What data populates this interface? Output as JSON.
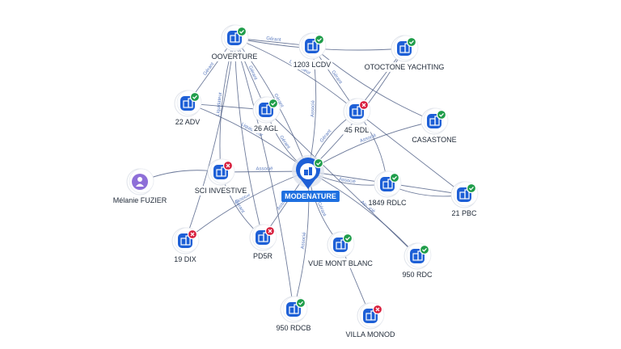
{
  "colors": {
    "node_blue": "#1d5fd6",
    "edge": "#3d4f7a",
    "ok_badge": "#1f9d4a",
    "ko_badge": "#d8203e",
    "person": "#8e6fd8",
    "center_label_bg": "#1d6fe0"
  },
  "graph": {
    "center": {
      "id": "modenature",
      "label": "MODENATURE",
      "icon": "building-icon",
      "status": "ok"
    },
    "nodes": [
      {
        "id": "ooverture",
        "label": "OOVERTURE",
        "icon": "building-icon",
        "status": "ok"
      },
      {
        "id": "lcdv1203",
        "label": "1203 LCDV",
        "icon": "building-icon",
        "status": "ok"
      },
      {
        "id": "otoctone",
        "label": "OTOCTONE YACHTING",
        "icon": "building-icon",
        "status": "ok"
      },
      {
        "id": "adv22",
        "label": "22 ADV",
        "icon": "building-icon",
        "status": "ok"
      },
      {
        "id": "agl26",
        "label": "26 AGL",
        "icon": "building-icon",
        "status": "ok"
      },
      {
        "id": "rdl45",
        "label": "45 RDL",
        "icon": "building-icon",
        "status": "ko"
      },
      {
        "id": "casastone",
        "label": "CASASTONE",
        "icon": "building-icon",
        "status": "ok"
      },
      {
        "id": "melanie",
        "label": "Mélanie FUZIER",
        "icon": "person-icon",
        "status": "none"
      },
      {
        "id": "sciinvestive",
        "label": "SCI INVESTIVE",
        "icon": "building-icon",
        "status": "ko"
      },
      {
        "id": "rdlc1849",
        "label": "1849 RDLC",
        "icon": "building-icon",
        "status": "ok"
      },
      {
        "id": "pbc21",
        "label": "21 PBC",
        "icon": "building-icon",
        "status": "ok"
      },
      {
        "id": "dix19",
        "label": "19 DIX",
        "icon": "building-icon",
        "status": "ko"
      },
      {
        "id": "pd5r",
        "label": "PD5R",
        "icon": "building-icon",
        "status": "ko"
      },
      {
        "id": "vuemontblanc",
        "label": "VUE MONT BLANC",
        "icon": "building-icon",
        "status": "ok"
      },
      {
        "id": "rdc950",
        "label": "950 RDC",
        "icon": "building-icon",
        "status": "ok"
      },
      {
        "id": "rdcb950",
        "label": "950 RDCB",
        "icon": "building-icon",
        "status": "ok"
      },
      {
        "id": "villamonod",
        "label": "VILLA MONOD",
        "icon": "building-icon",
        "status": "ko"
      }
    ],
    "edges": [
      {
        "from": "ooverture",
        "to": "modenature",
        "label": "Gérant"
      },
      {
        "from": "ooverture",
        "to": "lcdv1203",
        "label": "Gérant"
      },
      {
        "from": "ooverture",
        "to": "otoctone",
        "label": ""
      },
      {
        "from": "ooverture",
        "to": "rdl45",
        "label": "Liquidateur"
      },
      {
        "from": "ooverture",
        "to": "adv22",
        "label": "Gérant"
      },
      {
        "from": "ooverture",
        "to": "sciinvestive",
        "label": "Liquidateur"
      },
      {
        "from": "ooverture",
        "to": "dix19",
        "label": ""
      },
      {
        "from": "ooverture",
        "to": "agl26",
        "label": "Gérant"
      },
      {
        "from": "ooverture",
        "to": "pd5r",
        "label": ""
      },
      {
        "from": "lcdv1203",
        "to": "modenature",
        "label": "Associé"
      },
      {
        "from": "lcdv1203",
        "to": "rdl45",
        "label": "Gérant"
      },
      {
        "from": "lcdv1203",
        "to": "casastone",
        "label": ""
      },
      {
        "from": "otoctone",
        "to": "modenature",
        "label": ""
      },
      {
        "from": "otoctone",
        "to": "rdl45",
        "label": ""
      },
      {
        "from": "rdl45",
        "to": "modenature",
        "label": "Gérant"
      },
      {
        "from": "rdl45",
        "to": "rdlc1849",
        "label": ""
      },
      {
        "from": "rdl45",
        "to": "pbc21",
        "label": ""
      },
      {
        "from": "casastone",
        "to": "modenature",
        "label": "Associé"
      },
      {
        "from": "adv22",
        "to": "modenature",
        "label": "Liquidateur"
      },
      {
        "from": "adv22",
        "to": "agl26",
        "label": ""
      },
      {
        "from": "agl26",
        "to": "modenature",
        "label": "Gérant"
      },
      {
        "from": "melanie",
        "to": "sciinvestive",
        "label": ""
      },
      {
        "from": "sciinvestive",
        "to": "modenature",
        "label": "Associé"
      },
      {
        "from": "sciinvestive",
        "to": "pd5r",
        "label": "Gérant"
      },
      {
        "from": "dix19",
        "to": "modenature",
        "label": "Associé"
      },
      {
        "from": "pd5r",
        "to": "modenature",
        "label": "Associé"
      },
      {
        "from": "rdcb950",
        "to": "modenature",
        "label": "Associé"
      },
      {
        "from": "vuemontblanc",
        "to": "modenature",
        "label": "Gérant"
      },
      {
        "from": "villamonod",
        "to": "vuemontblanc",
        "label": ""
      },
      {
        "from": "rdc950",
        "to": "modenature",
        "label": "Associé"
      },
      {
        "from": "rdlc1849",
        "to": "modenature",
        "label": "Associé"
      },
      {
        "from": "pbc21",
        "to": "modenature",
        "label": "Associé"
      },
      {
        "from": "rdlc1849",
        "to": "pbc21",
        "label": ""
      },
      {
        "from": "ooverture",
        "to": "rdcb950",
        "label": ""
      },
      {
        "from": "agl26",
        "to": "rdc950",
        "label": ""
      }
    ]
  }
}
